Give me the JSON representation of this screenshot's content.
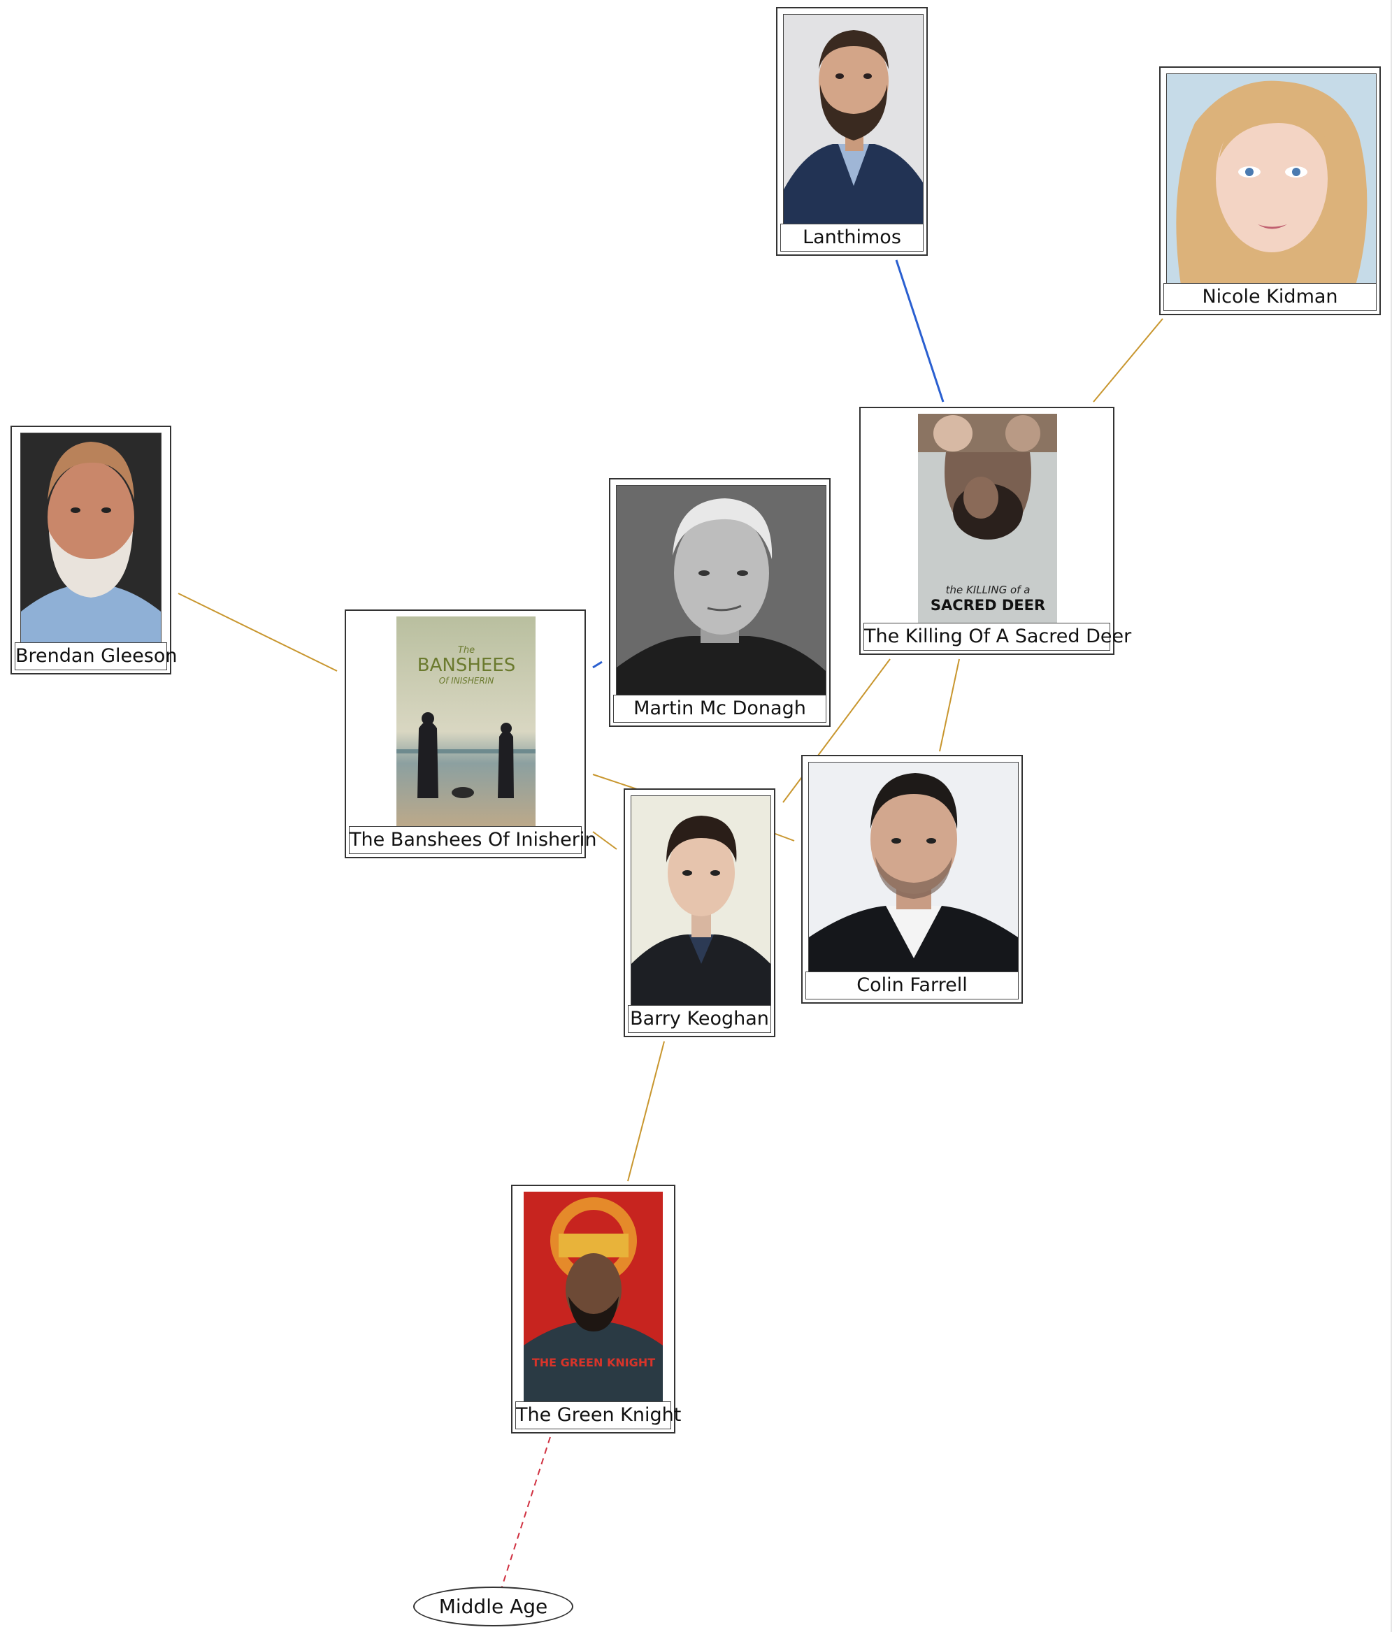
{
  "diagram": {
    "nodes": [
      {
        "id": "lanthimos",
        "label": "Lanthimos",
        "kind": "person",
        "icon": "director-portrait"
      },
      {
        "id": "nicole-kidman",
        "label": "Nicole Kidman",
        "kind": "person",
        "icon": "actress-portrait"
      },
      {
        "id": "killing-sacred-deer",
        "label": "The Killing Of A Sacred Deer",
        "kind": "movie",
        "poster_title": "the KILLING of a",
        "poster_subtitle": "SACRED DEER",
        "icon": "movie-poster"
      },
      {
        "id": "martin-mcdonagh",
        "label": "Martin Mc Donagh",
        "kind": "person",
        "icon": "director-portrait"
      },
      {
        "id": "brendan-gleeson",
        "label": "Brendan Gleeson",
        "kind": "person",
        "icon": "actor-portrait"
      },
      {
        "id": "banshees",
        "label": "The Banshees Of Inisherin",
        "kind": "movie",
        "poster_title": "The",
        "poster_subtitle": "BANSHEES",
        "poster_tagline": "Of INISHERIN",
        "icon": "movie-poster"
      },
      {
        "id": "barry-keoghan",
        "label": "Barry Keoghan",
        "kind": "person",
        "icon": "actor-portrait"
      },
      {
        "id": "colin-farrell",
        "label": "Colin Farrell",
        "kind": "person",
        "icon": "actor-portrait"
      },
      {
        "id": "green-knight",
        "label": "The Green Knight",
        "kind": "movie",
        "poster_title": "THE GREEN KNIGHT",
        "icon": "movie-poster"
      },
      {
        "id": "middle-age",
        "label": "Middle Age",
        "kind": "setting"
      }
    ],
    "edges": [
      {
        "from": "lanthimos",
        "to": "killing-sacred-deer",
        "relation": "directed",
        "color": "#2a5fd0",
        "style": "solid"
      },
      {
        "from": "nicole-kidman",
        "to": "killing-sacred-deer",
        "relation": "acted",
        "color": "#c8962e",
        "style": "solid"
      },
      {
        "from": "martin-mcdonagh",
        "to": "banshees",
        "relation": "directed",
        "color": "#2a5fd0",
        "style": "solid"
      },
      {
        "from": "brendan-gleeson",
        "to": "banshees",
        "relation": "acted",
        "color": "#c8962e",
        "style": "solid"
      },
      {
        "from": "barry-keoghan",
        "to": "banshees",
        "relation": "acted",
        "color": "#c8962e",
        "style": "solid"
      },
      {
        "from": "colin-farrell",
        "to": "banshees",
        "relation": "acted",
        "color": "#c8962e",
        "style": "solid"
      },
      {
        "from": "barry-keoghan",
        "to": "killing-sacred-deer",
        "relation": "acted",
        "color": "#c8962e",
        "style": "solid"
      },
      {
        "from": "colin-farrell",
        "to": "killing-sacred-deer",
        "relation": "acted",
        "color": "#c8962e",
        "style": "solid"
      },
      {
        "from": "barry-keoghan",
        "to": "green-knight",
        "relation": "acted",
        "color": "#c8962e",
        "style": "solid"
      },
      {
        "from": "green-knight",
        "to": "middle-age",
        "relation": "setting",
        "color": "#d03040",
        "style": "dashed"
      }
    ]
  }
}
